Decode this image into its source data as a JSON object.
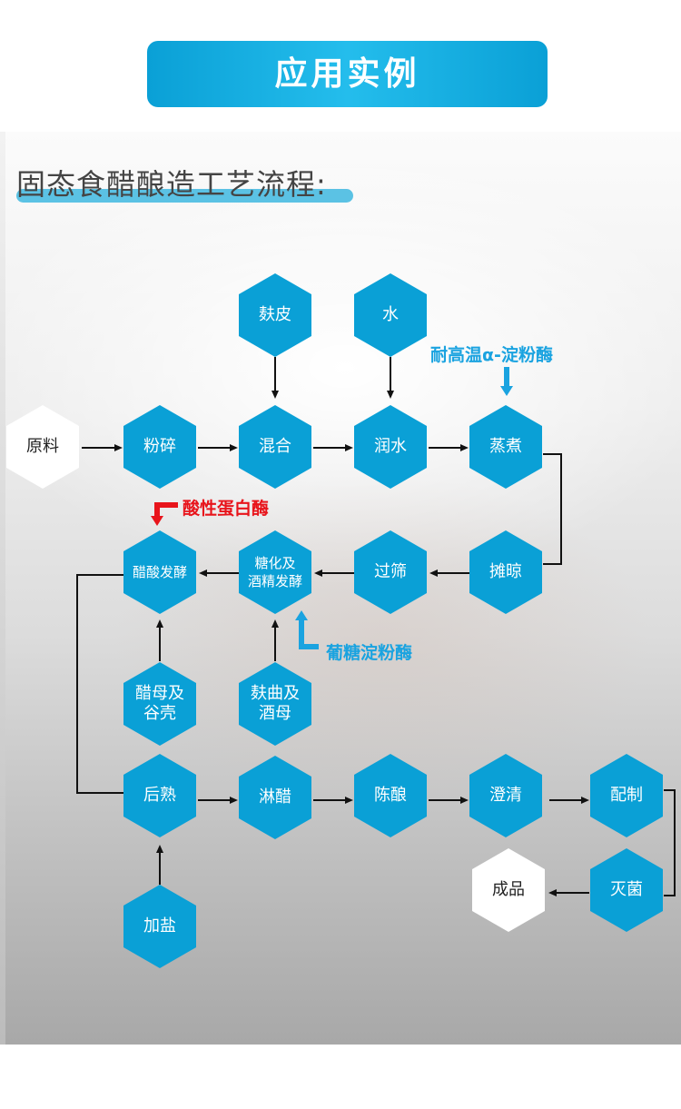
{
  "banner": {
    "title": "应用实例"
  },
  "section": {
    "subtitle": "固态食醋酿造工艺流程:"
  },
  "colors": {
    "node_blue": "#0aa0d6",
    "accent_blue": "#1aa3e0",
    "accent_red": "#e8141b",
    "node_white": "#ffffff"
  },
  "nodes": {
    "fupi": "麸皮",
    "shui": "水",
    "yuanliao": "原料",
    "fensui": "粉碎",
    "hunhe": "混合",
    "runshui": "润水",
    "zhengzhu": "蒸煮",
    "tanliang": "摊晾",
    "guoshai": "过筛",
    "tanghua_1": "糖化及",
    "tanghua_2": "酒精发酵",
    "cusuan": "醋酸发酵",
    "cumu_1": "醋母及",
    "cumu_2": "谷壳",
    "fuqu_1": "麸曲及",
    "fuqu_2": "酒母",
    "houshu": "后熟",
    "linzu": "淋醋",
    "chenniang": "陈酿",
    "chengqing": "澄清",
    "peizhi": "配制",
    "miejun": "灭菌",
    "chengpin": "成品",
    "jiayan": "加盐"
  },
  "enzymes": {
    "alpha_amylase": "耐高温α-淀粉酶",
    "acid_protease": "酸性蛋白酶",
    "glucoamylase": "葡糖淀粉酶"
  }
}
